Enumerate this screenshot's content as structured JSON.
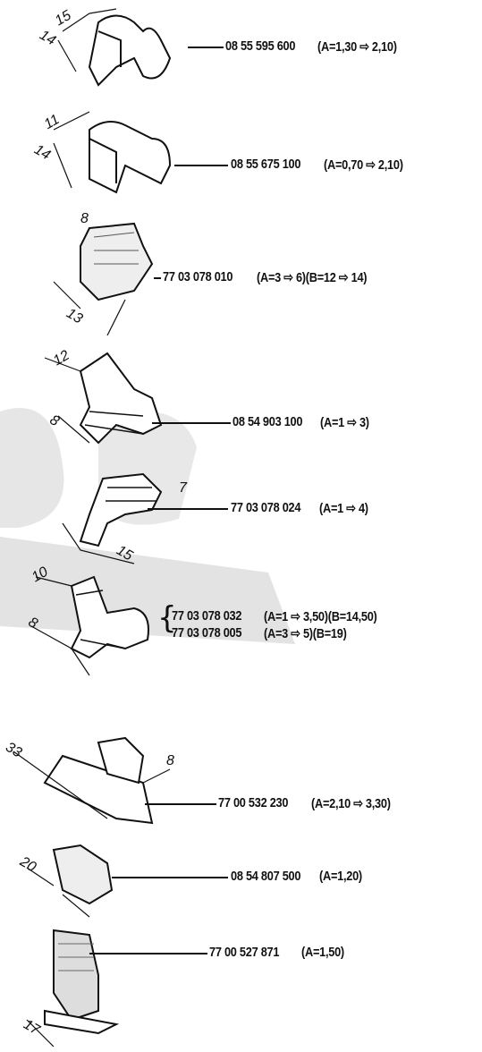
{
  "items": [
    {
      "code": "08 55 595 600",
      "spec": "(A=1,30 ⇨ 2,10)",
      "dims": [
        "15",
        "14"
      ]
    },
    {
      "code": "08 55 675 100",
      "spec": "(A=0,70 ⇨ 2,10)",
      "dims": [
        "11",
        "14"
      ]
    },
    {
      "code": "77 03 078 010",
      "spec": "(A=3 ⇨ 6)(B=12 ⇨ 14)",
      "dims": [
        "8",
        "13"
      ]
    },
    {
      "code": "08 54 903 100",
      "spec": "(A=1 ⇨ 3)",
      "dims": [
        "12",
        "8"
      ]
    },
    {
      "code": "77 03 078 024",
      "spec": "(A=1 ⇨ 4)",
      "dims": [
        "7",
        "15"
      ]
    },
    {
      "code": "77 03 078 032",
      "spec": "(A=1 ⇨ 3,50)(B=14,50)",
      "code2": "77 03 078 005",
      "spec2": "(A=3 ⇨ 5)(B=19)",
      "dims": [
        "10",
        "8"
      ]
    },
    {
      "code": "77 00 532 230",
      "spec": "(A=2,10 ⇨ 3,30)",
      "dims": [
        "33",
        "8"
      ]
    },
    {
      "code": "08 54 807 500",
      "spec": "(A=1,20)",
      "dims": [
        "20"
      ]
    },
    {
      "code": "77 00 527 871",
      "spec": "(A=1,50)",
      "dims": [
        "17"
      ]
    }
  ],
  "watermark_color": "#d9d9d9"
}
